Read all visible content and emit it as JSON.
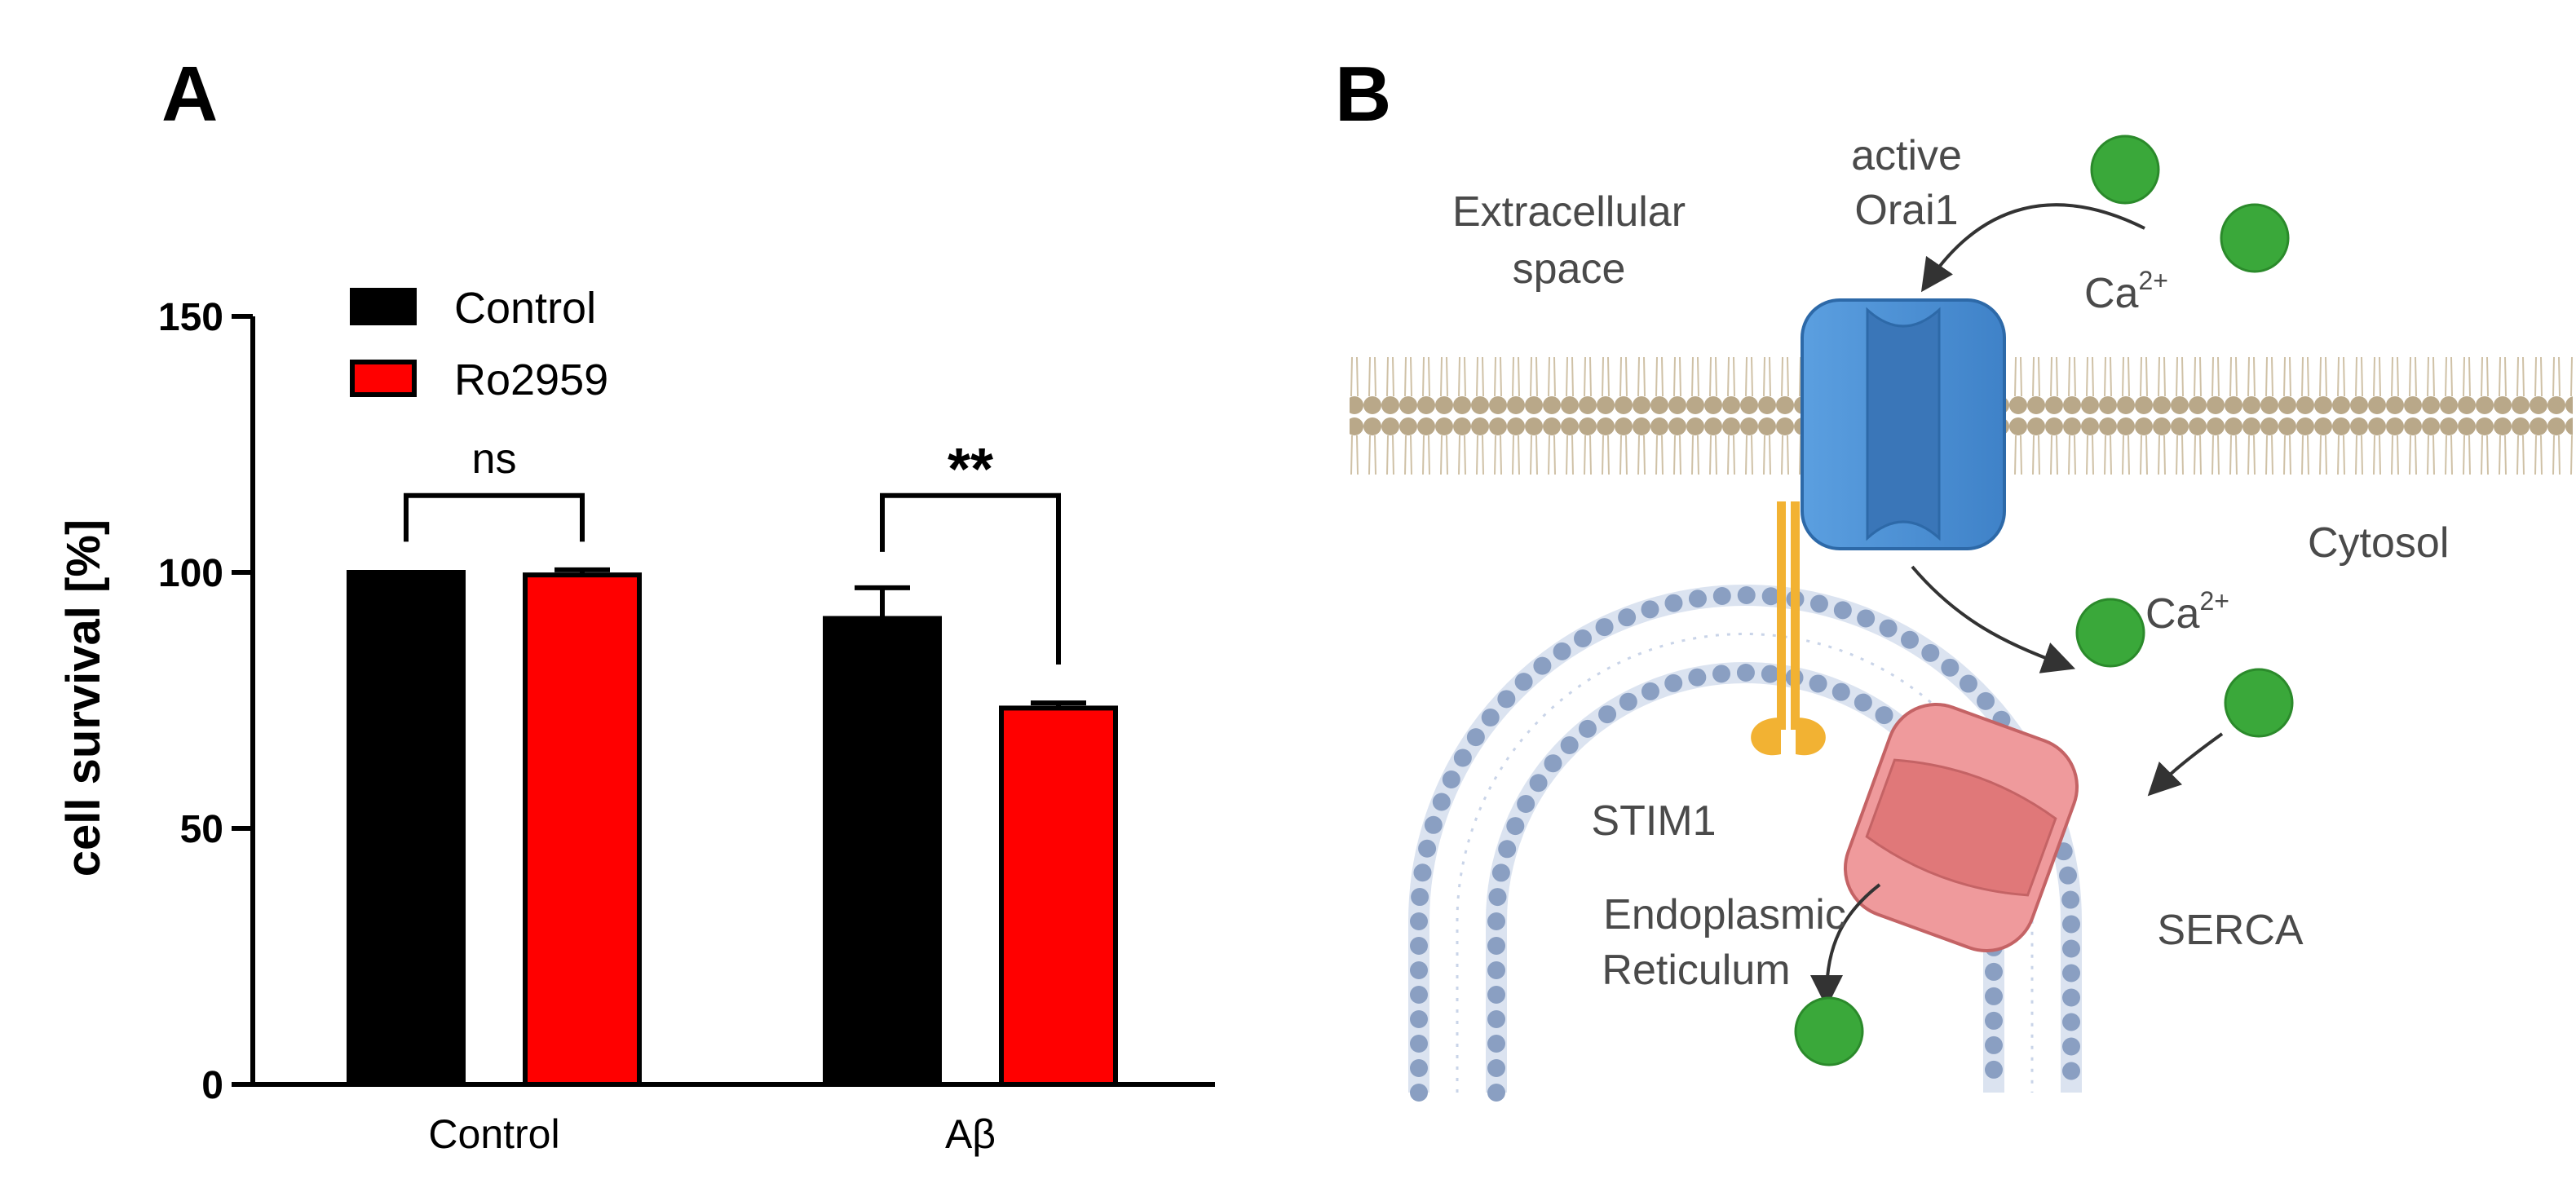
{
  "panel_a_letter": "A",
  "panel_b_letter": "B",
  "chart_data": {
    "type": "bar",
    "ylabel": "cell survival [%]",
    "ylim": [
      0,
      150
    ],
    "yticks": [
      "0",
      "50",
      "100",
      "150"
    ],
    "categories": [
      "Control",
      "Aβ"
    ],
    "series": [
      {
        "name": "Control",
        "color": "#000000",
        "values": [
          100,
          91
        ],
        "errors": [
          0,
          6
        ]
      },
      {
        "name": "Ro2959",
        "color": "#ff0000",
        "values": [
          99.5,
          73.5
        ],
        "errors": [
          1,
          1
        ]
      }
    ],
    "legend": {
      "position": "top-left",
      "entries": [
        "Control",
        "Ro2959"
      ]
    },
    "significance": [
      {
        "category": "Control",
        "label": "ns"
      },
      {
        "category": "Aβ",
        "label": "**"
      }
    ]
  },
  "diagram": {
    "labels": {
      "extracellular_1": "Extracellular",
      "extracellular_2": "space",
      "active": "active",
      "orai1": "Orai1",
      "ca_base": "Ca",
      "ca_sup": "2+",
      "cytosol": "Cytosol",
      "stim1": "STIM1",
      "er_1": "Endoplasmic",
      "er_2": "Reticulum",
      "serca": "SERCA"
    }
  }
}
